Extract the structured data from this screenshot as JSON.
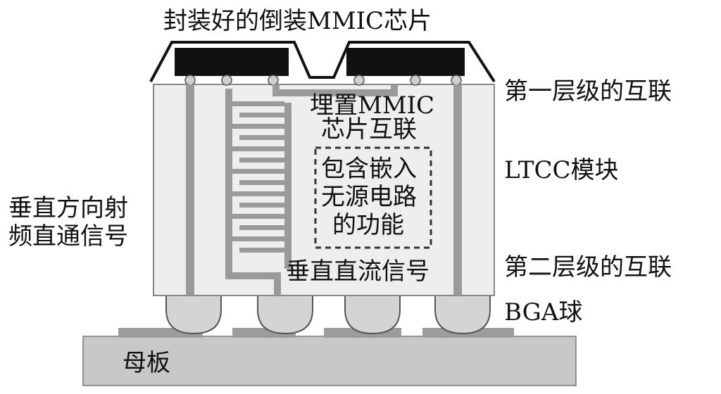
{
  "labels": {
    "chip_top": "封装好的倒装MMIC芯片",
    "first_level": "第一层级的互联",
    "embedded_1": "埋置MMIC",
    "embedded_2": "芯片互联",
    "passive_1": "包含嵌入",
    "passive_2": "无源电路",
    "passive_3": "的功能",
    "ltcc": "LTCC模块",
    "vertical_rf_1": "垂直方向射",
    "vertical_rf_2": "频直通信号",
    "second_level": "第二层级的互联",
    "vertical_dc": "垂直直流信号",
    "bga": "BGA球",
    "motherboard": "母板"
  },
  "colors": {
    "ltcc_fill": "#eeeeee",
    "via": "#9a9a9a",
    "chip": "#111111",
    "bga": "#d0d0d0",
    "board": "#c8c8c8"
  }
}
